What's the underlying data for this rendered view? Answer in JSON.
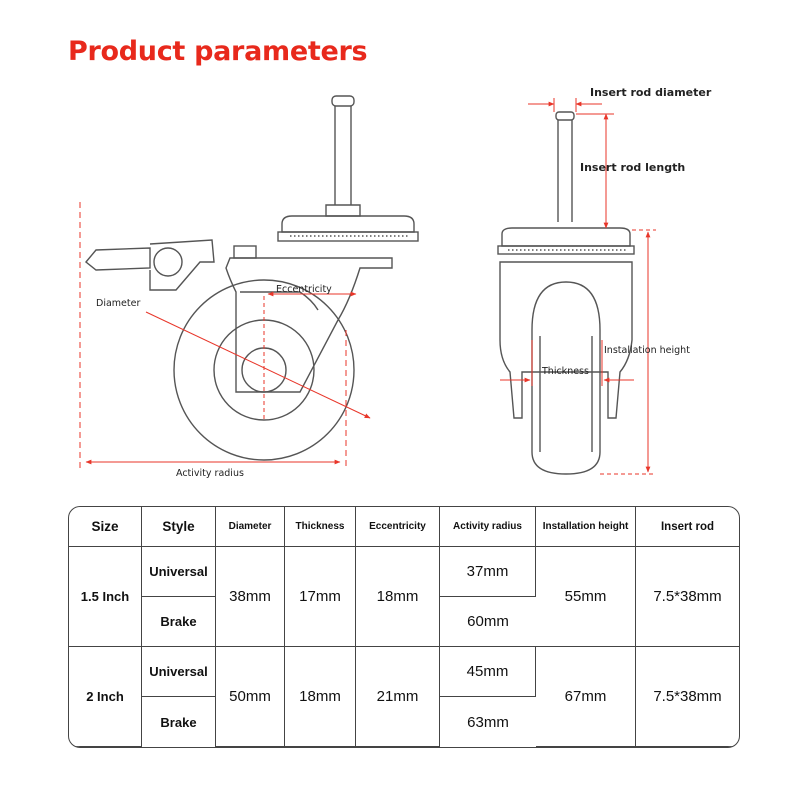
{
  "title": "Product parameters",
  "colors": {
    "title": "#e8291c",
    "dimension_line": "#e8362a",
    "outline": "#555555"
  },
  "diagram": {
    "left_labels": {
      "diameter": "Diameter",
      "eccentricity": "Eccentricity",
      "activity_radius": "Activity radius"
    },
    "right_labels": {
      "insert_rod_diameter": "Insert rod diameter",
      "insert_rod_length": "Insert rod length",
      "installation_height": "Installation height",
      "thickness": "Thickness"
    }
  },
  "table": {
    "headers": {
      "size": "Size",
      "style": "Style",
      "diameter": "Diameter",
      "thickness": "Thickness",
      "eccentricity": "Eccentricity",
      "activity_radius": "Activity radius",
      "installation_height": "Installation height",
      "insert_rod": "Insert rod"
    },
    "groups": [
      {
        "size": "1.5 Inch",
        "style_universal": "Universal",
        "style_brake": "Brake",
        "diameter": "38mm",
        "thickness": "17mm",
        "eccentricity": "18mm",
        "activity_radius_universal": "37mm",
        "activity_radius_brake": "60mm",
        "installation_height": "55mm",
        "insert_rod": "7.5*38mm"
      },
      {
        "size": "2 Inch",
        "style_universal": "Universal",
        "style_brake": "Brake",
        "diameter": "50mm",
        "thickness": "18mm",
        "eccentricity": "21mm",
        "activity_radius_universal": "45mm",
        "activity_radius_brake": "63mm",
        "installation_height": "67mm",
        "insert_rod": "7.5*38mm"
      }
    ]
  }
}
